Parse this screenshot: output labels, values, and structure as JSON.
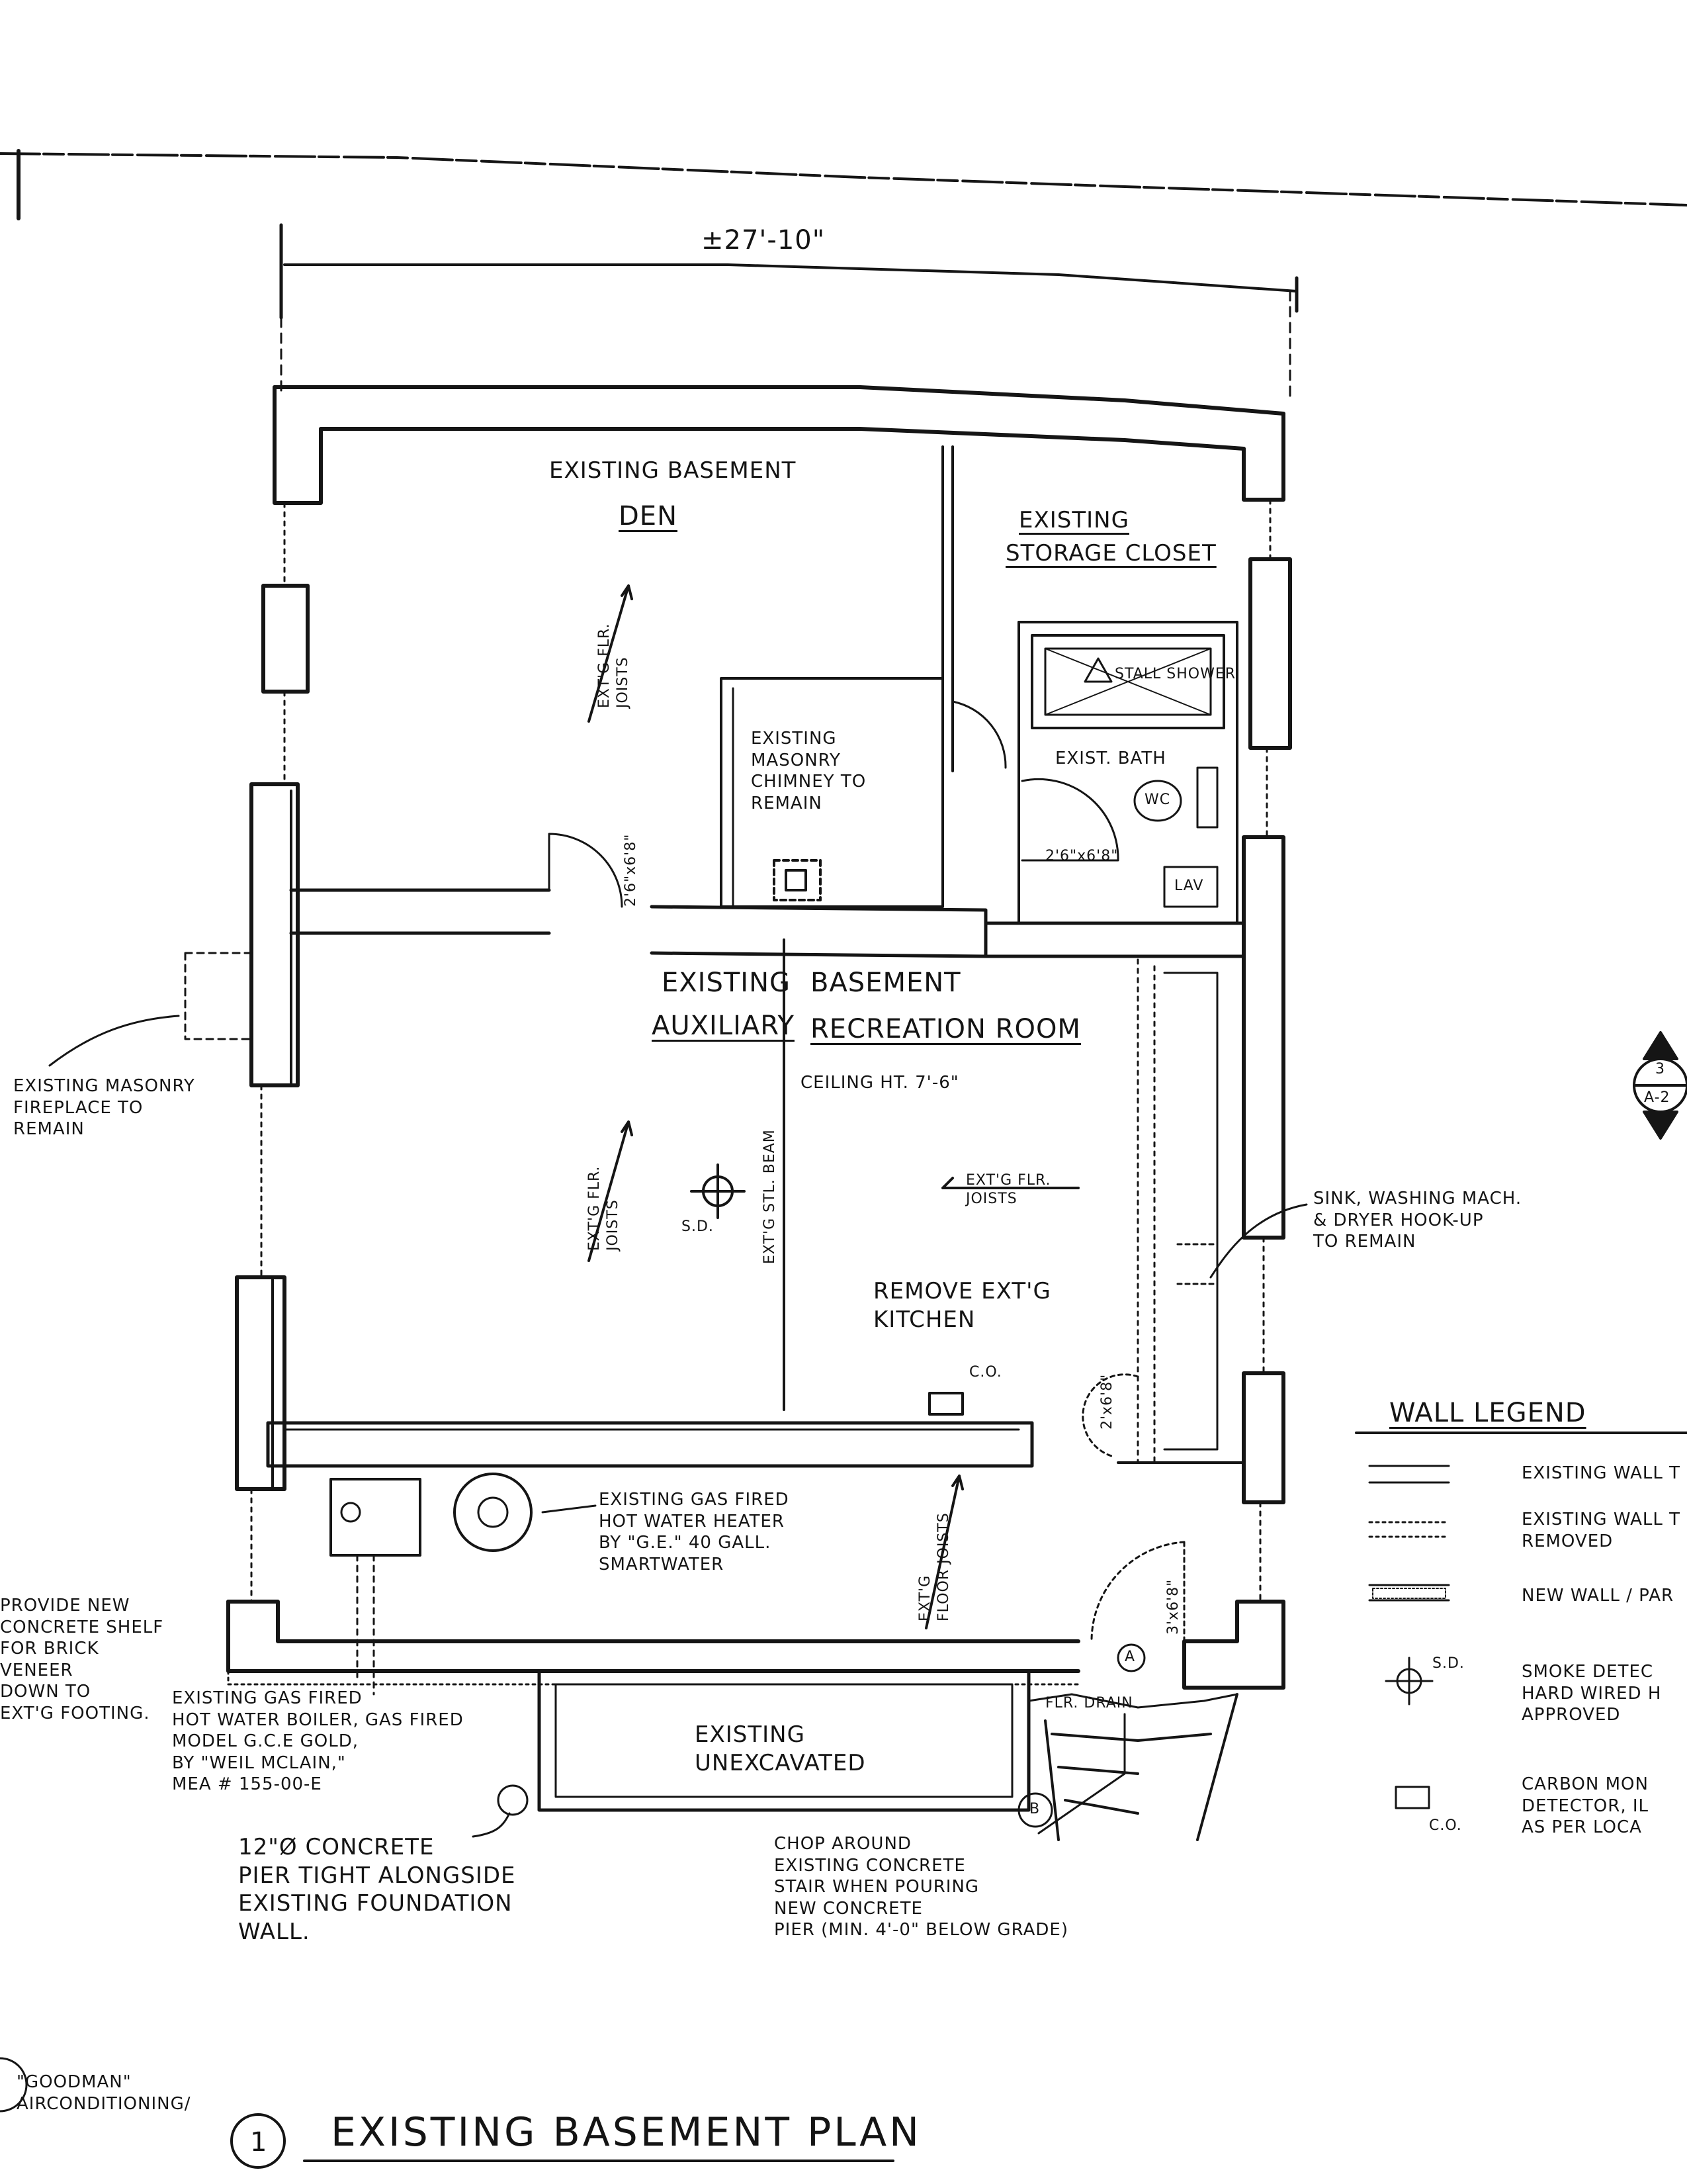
{
  "dimension": {
    "overall_width": "±27'-10\""
  },
  "rooms": {
    "den": {
      "line1": "EXISTING BASEMENT",
      "line2": "DEN"
    },
    "storage": {
      "line1": "EXISTING",
      "line2": "STORAGE CLOSET"
    },
    "shower": {
      "label": "STALL SHOWER"
    },
    "bath": {
      "label": "EXIST. BATH",
      "wc": "WC",
      "lav": "LAV"
    },
    "chimney": {
      "label": "EXISTING\nMASONRY\nCHIMNEY TO\nREMAIN"
    },
    "recreation": {
      "left1": "EXISTING",
      "left2": "AUXILIARY",
      "right1": "BASEMENT",
      "right2": "RECREATION ROOM",
      "ceiling": "CEILING HT. 7'-6\""
    },
    "unexcavated": {
      "label": "EXISTING\nUNEXCAVATED"
    }
  },
  "joists": {
    "den": "EXT'G FLR.\nJOISTS",
    "rec_left": "EXT'G FLR.\nJOISTS",
    "rec_right": "EXT'G FLR.\nJOISTS",
    "floor": "EXT'G\nFLOOR JOISTS",
    "beam": "EXT'G STL. BEAM"
  },
  "doors": {
    "den": "2'6\"x6'8\"",
    "bath": "2'6\"x6'8\"",
    "kitchen": "2'x6'8\"",
    "exterior": "3'x6'8\""
  },
  "notes": {
    "fireplace": "EXISTING MASONRY\nFIREPLACE TO\nREMAIN",
    "sink": "SINK, WASHING MACH.\n& DRYER HOOK-UP\nTO REMAIN",
    "kitchen": "REMOVE EXT'G\nKITCHEN",
    "smoke": "S.D.",
    "co": "C.O.",
    "heater": "EXISTING GAS FIRED\nHOT WATER HEATER\nBY \"G.E.\" 40 GALL.\nSMARTWATER",
    "boiler": "EXISTING GAS FIRED\nHOT WATER BOILER, GAS FIRED\nMODEL G.C.E GOLD,\nBY \"WEIL MCLAIN,\"\nMEA # 155-00-E",
    "shelf": "PROVIDE NEW\nCONCRETE SHELF\nFOR BRICK\nVENEER\nDOWN TO\nEXT'G FOOTING.",
    "pier": "12\"Ø CONCRETE\nPIER TIGHT ALONGSIDE\nEXISTING FOUNDATION\nWALL.",
    "stair": "CHOP AROUND\nEXISTING CONCRETE\nSTAIR WHEN POURING\nNEW CONCRETE\nPIER (MIN. 4'-0\" BELOW GRADE)",
    "drain": "FLR. DRAIN",
    "marker_a": "A",
    "marker_b": "B",
    "goodman": "\"GOODMAN\"\nAIRCONDITIONING/"
  },
  "section_marker": {
    "number": "3",
    "sheet": "A-2"
  },
  "title_block": {
    "number": "1",
    "title": "EXISTING BASEMENT PLAN"
  },
  "legend": {
    "title": "WALL LEGEND",
    "items": [
      {
        "label": "EXISTING WALL T"
      },
      {
        "label": "EXISTING WALL T\nREMOVED"
      },
      {
        "label": "NEW WALL / PAR"
      },
      {
        "symbol": "S.D.",
        "label": "SMOKE DETEC\nHARD WIRED H\nAPPROVED"
      },
      {
        "symbol": "C.O.",
        "label": "CARBON MON\nDETECTOR, IL\nAS PER LOCA"
      }
    ]
  },
  "colors": {
    "ink": "#141414",
    "paper": "#ffffff"
  }
}
